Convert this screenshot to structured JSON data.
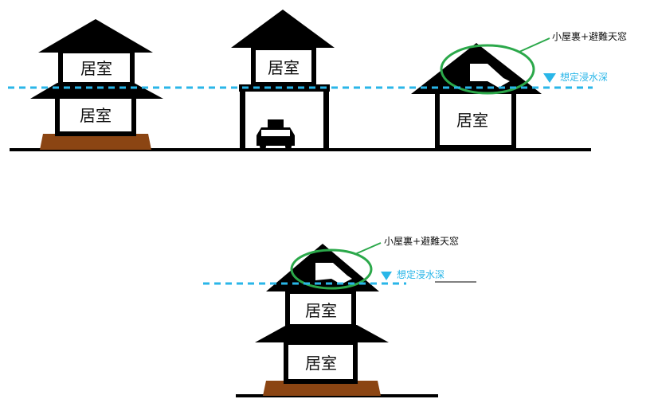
{
  "labels": {
    "room": "居室",
    "attic_callout": "小屋裏+避難天窓",
    "water_level": "想定浸水深"
  },
  "colors": {
    "structure": "#000000",
    "wall_fill": "#ffffff",
    "foundation": "#8B4513",
    "water_line": "#29B6E8",
    "callout_ring": "#2BA84A",
    "text": "#111111"
  },
  "icons": {
    "car": "car-icon",
    "water_marker": "triangle-down-icon",
    "skylight": "skylight-window-icon"
  }
}
